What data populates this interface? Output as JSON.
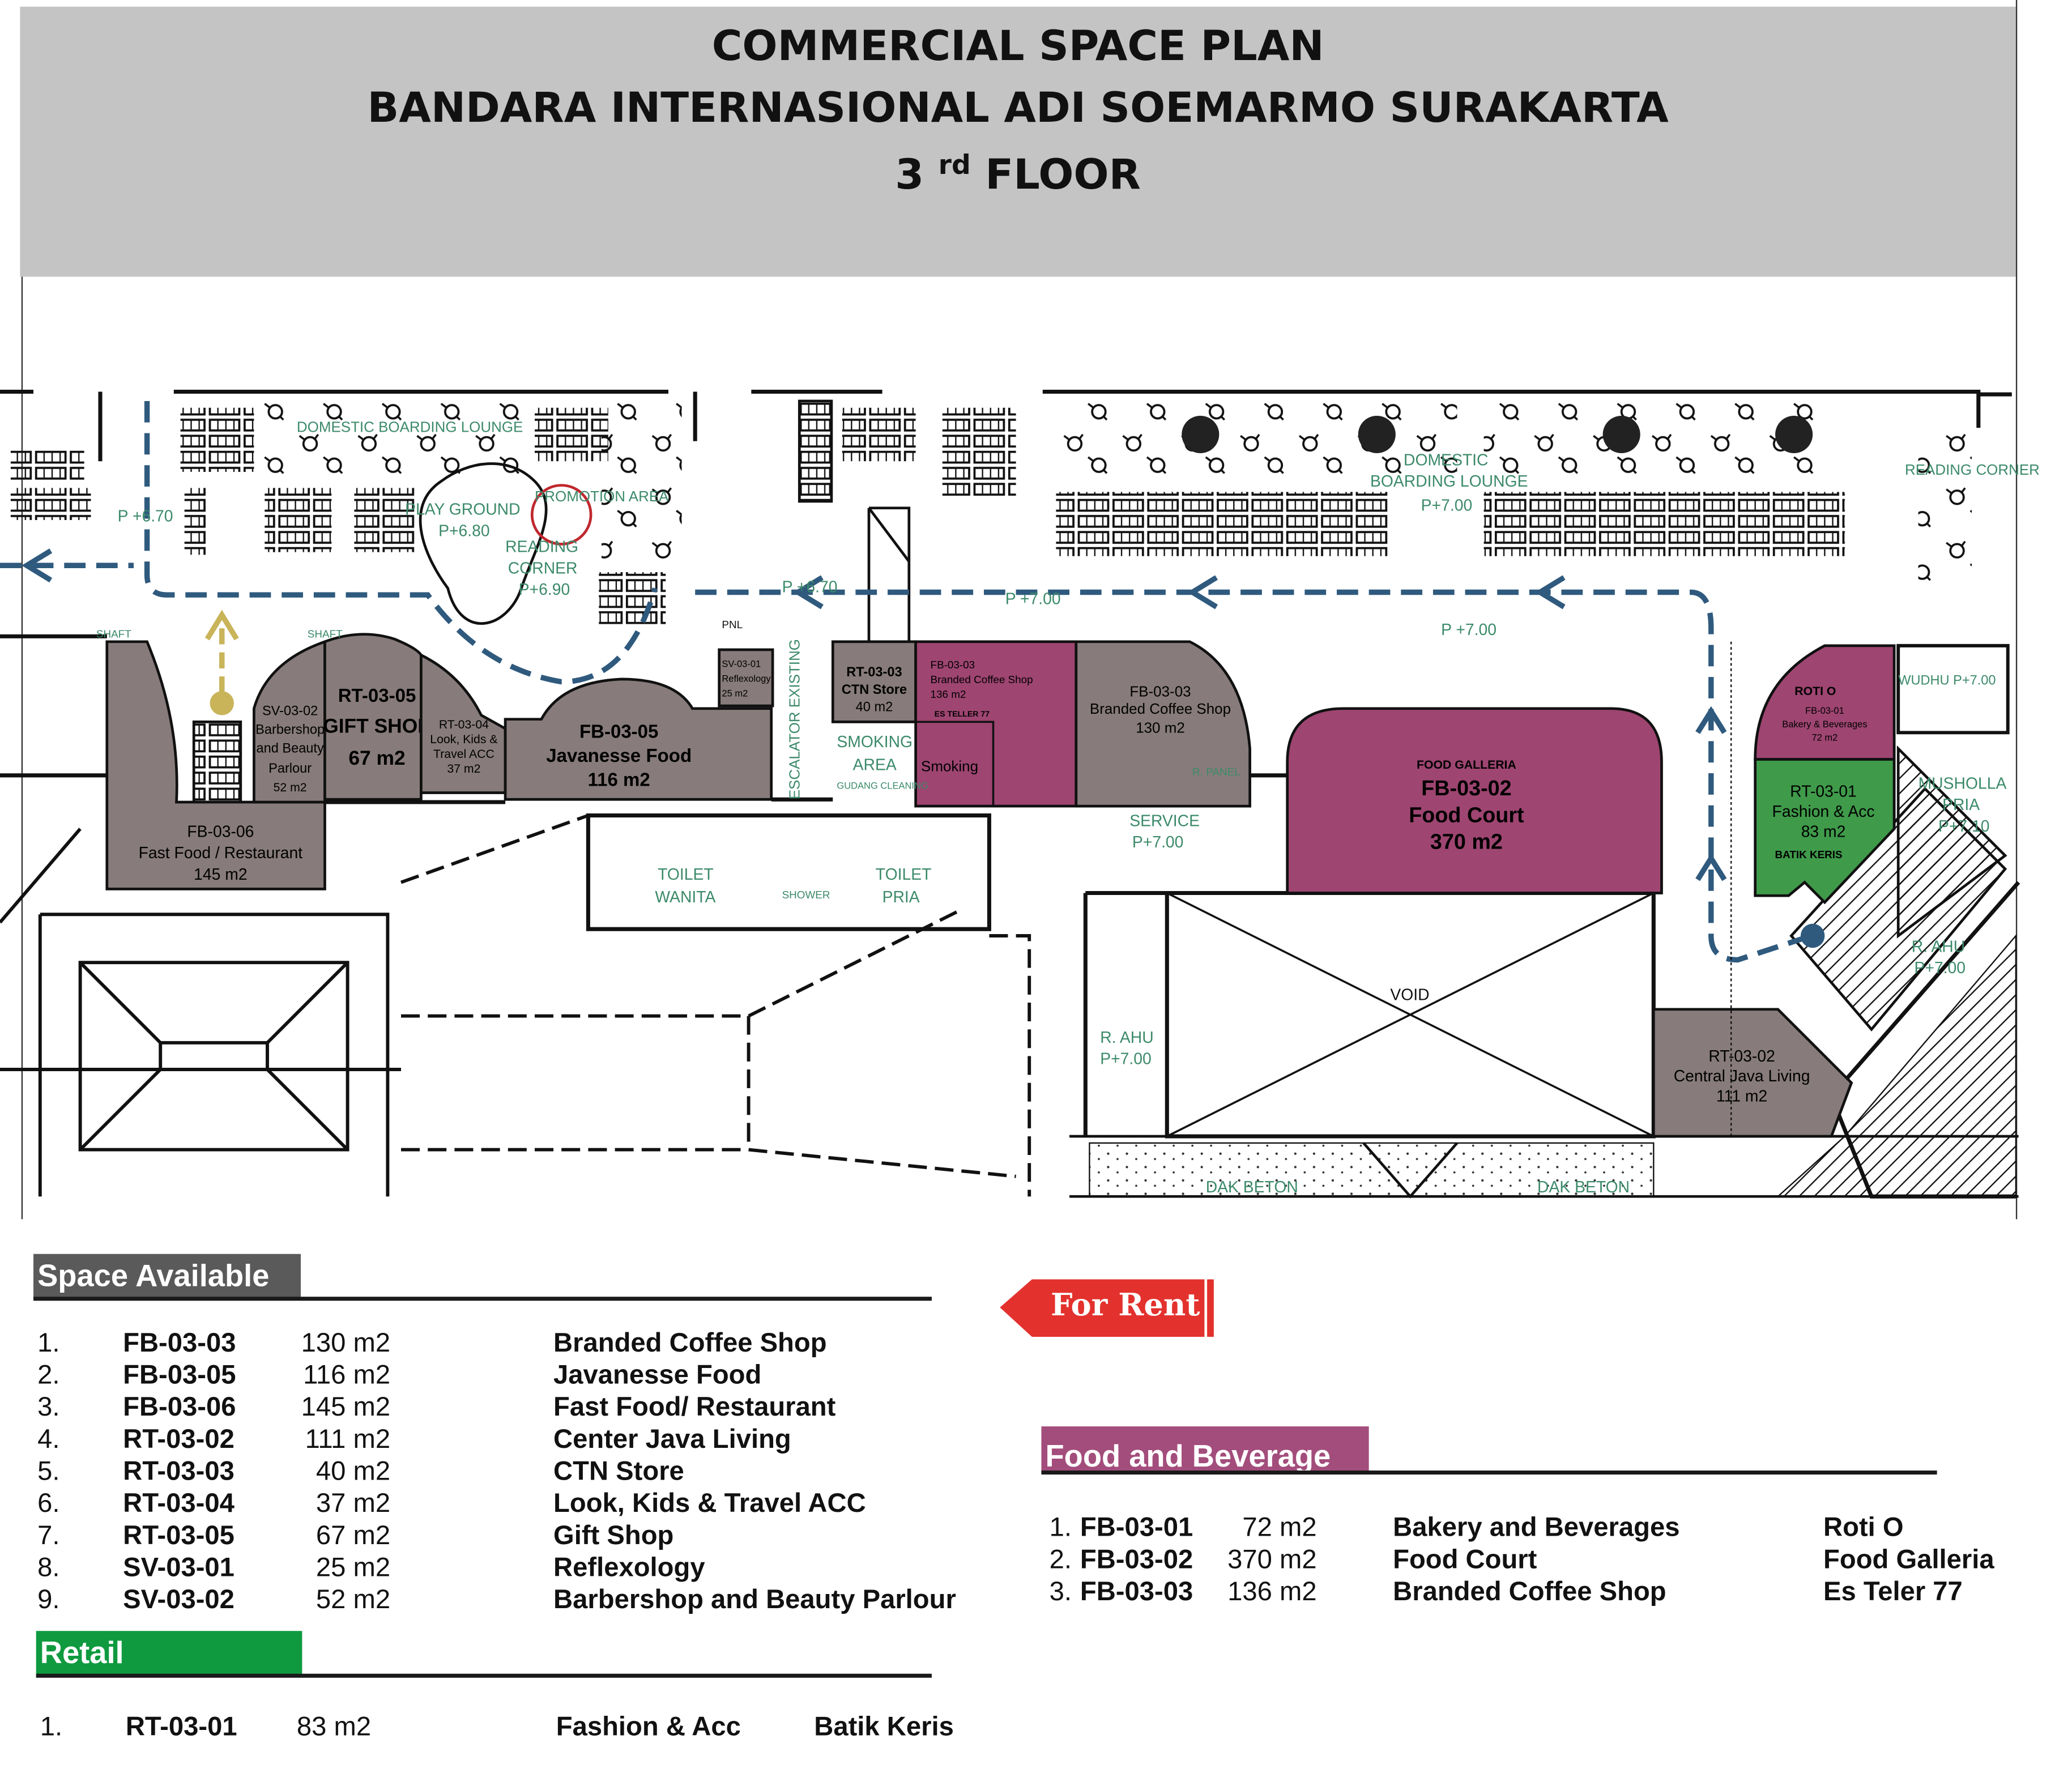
{
  "header": {
    "title_line1": "COMMERCIAL SPACE PLAN",
    "title_line2": "BANDARA INTERNASIONAL ADI SOEMARMO SURAKARTA",
    "floor_number": "3",
    "floor_suffix": "rd",
    "floor_word": "FLOOR"
  },
  "colors": {
    "available_gray": "#877b7b",
    "fnb_magenta": "#9e4571",
    "retail_green": "#3f9a4a",
    "header_gray": "#c4c4c4",
    "for_rent_red": "#e3312d",
    "path_blue": "#2f5a7e",
    "plan_label_green": "#3c8a6a"
  },
  "plan": {
    "units": {
      "fb0306": {
        "code": "FB-03-06",
        "name": "Fast Food / Restaurant",
        "area": "145 m2"
      },
      "sv0302": {
        "code": "SV-03-02",
        "name1": "Barbershop",
        "name2": "and Beauty",
        "name3": "Parlour",
        "area": "52 m2"
      },
      "rt0305": {
        "code": "RT-03-05",
        "name": "GIFT SHOP",
        "area": "67 m2"
      },
      "rt0304": {
        "code": "RT-03-04",
        "name1": "Look, Kids &",
        "name2": "Travel ACC",
        "area": "37 m2"
      },
      "fb0305": {
        "code": "FB-03-05",
        "name": "Javanesse Food",
        "area": "116 m2"
      },
      "sv0301": {
        "code": "SV-03-01",
        "name": "Reflexology",
        "area": "25 m2"
      },
      "rt0303": {
        "code": "RT-03-03",
        "name": "CTN Store",
        "area": "40 m2"
      },
      "fb0303a": {
        "code": "FB-03-03",
        "name": "Branded Coffee Shop",
        "area": "136 m2",
        "brand": "ES TELLER 77",
        "smoking": "Smoking"
      },
      "fb0303b": {
        "code": "FB-03-03",
        "name": "Branded Coffee Shop",
        "area": "130 m2"
      },
      "fb0302": {
        "brand": "FOOD GALLERIA",
        "code": "FB-03-02",
        "name": "Food Court",
        "area": "370 m2"
      },
      "fb0301": {
        "brand": "ROTI O",
        "code": "FB-03-01",
        "name": "Bakery & Beverages",
        "area": "72 m2"
      },
      "rt0301": {
        "code": "RT-03-01",
        "name": "Fashion & Acc",
        "area": "83 m2",
        "brand": "BATIK KERIS"
      },
      "rt0302": {
        "code": "RT-03-02",
        "name": "Central Java Living",
        "area": "111 m2"
      }
    },
    "labels": {
      "boarding_lounge_left": "DOMESTIC BOARDING LOUNGE",
      "boarding_lounge_right_1": "DOMESTIC",
      "boarding_lounge_right_2": "BOARDING LOUNGE",
      "boarding_level_right": "P+7.00",
      "level_left": "P +6.70",
      "playground": "PLAY GROUND",
      "playground_level": "P+6.80",
      "promotion": "PROMOTION AREA",
      "reading": "READING",
      "corner": "CORNER",
      "reading_level": "P+6.90",
      "corridor_level_1": "P +6.70",
      "corridor_level_2": "P +7.00",
      "corridor_level_3": "P +7.00",
      "reading_corner_right": "READING CORNER",
      "shaft_1": "SHAFT",
      "shaft_2": "SHAFT",
      "pnl": "PNL",
      "escalator": "ESCALATOR EXISTING",
      "smoking_area_1": "SMOKING",
      "smoking_area_2": "AREA",
      "gudang": "GUDANG CLEANING",
      "toilet_wanita_1": "TOILET",
      "toilet_wanita_2": "WANITA",
      "toilet_pria_1": "TOILET",
      "toilet_pria_2": "PRIA",
      "shower": "SHOWER",
      "r_panel": "R. PANEL",
      "service_1": "SERVICE",
      "service_2": "P+7.00",
      "void": "VOID",
      "r_ahu_left_1": "R. AHU",
      "r_ahu_left_2": "P+7.00",
      "r_ahu_right_1": "R. AHU",
      "r_ahu_right_2": "P+7.00",
      "wudhu": "WUDHU P+7.00",
      "musholla_1": "MUSHOLLA",
      "musholla_2": "PRIA",
      "musholla_3": "P+7.10",
      "dak_beton_1": "DAK BETON",
      "dak_beton_2": "DAK BETON"
    }
  },
  "space_available": {
    "title": "Space Available",
    "rows": [
      {
        "num": "1.",
        "code": "FB-03-03",
        "area": "130 m2",
        "desc": "Branded Coffee Shop"
      },
      {
        "num": "2.",
        "code": "FB-03-05",
        "area": "116 m2",
        "desc": "Javanesse Food"
      },
      {
        "num": "3.",
        "code": "FB-03-06",
        "area": "145 m2",
        "desc": "Fast Food/ Restaurant"
      },
      {
        "num": "4.",
        "code": "RT-03-02",
        "area": "111 m2",
        "desc": "Center Java Living"
      },
      {
        "num": "5.",
        "code": "RT-03-03",
        "area": "40 m2",
        "desc": "CTN Store"
      },
      {
        "num": "6.",
        "code": "RT-03-04",
        "area": "37 m2",
        "desc": "Look, Kids & Travel ACC"
      },
      {
        "num": "7.",
        "code": "RT-03-05",
        "area": "67 m2",
        "desc": "Gift Shop"
      },
      {
        "num": "8.",
        "code": "SV-03-01",
        "area": "25 m2",
        "desc": "Reflexology"
      },
      {
        "num": "9.",
        "code": "SV-03-02",
        "area": "52 m2",
        "desc": "Barbershop and Beauty Parlour"
      }
    ]
  },
  "for_rent": {
    "label": "For Rent"
  },
  "retail": {
    "title": "Retail",
    "rows": [
      {
        "num": "1.",
        "code": "RT-03-01",
        "area": "83 m2",
        "desc": "Fashion & Acc",
        "brand": "Batik Keris"
      }
    ]
  },
  "food_beverage": {
    "title": "Food and Beverage",
    "rows": [
      {
        "num": "1.",
        "code": "FB-03-01",
        "area": "72 m2",
        "desc": "Bakery and Beverages",
        "brand": "Roti O"
      },
      {
        "num": "2.",
        "code": "FB-03-02",
        "area": "370 m2",
        "desc": "Food Court",
        "brand": "Food Galleria"
      },
      {
        "num": "3.",
        "code": "FB-03-03",
        "area": "136 m2",
        "desc": "Branded Coffee Shop",
        "brand": "Es Teler 77"
      }
    ]
  }
}
